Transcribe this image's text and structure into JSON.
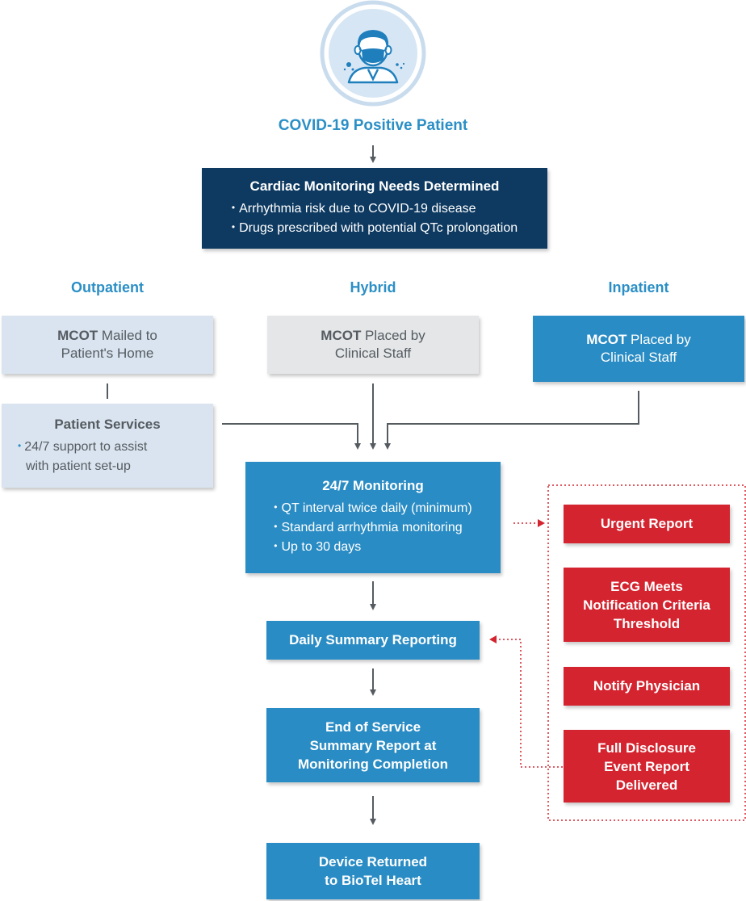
{
  "header": {
    "icon": "masked-patient-icon",
    "title": "COVID-19 Positive Patient"
  },
  "cardiac": {
    "title": "Cardiac Monitoring Needs Determined",
    "bullets": [
      "Arrhythmia risk due to COVID-19 disease",
      "Drugs prescribed with potential QTc prolongation"
    ]
  },
  "columns": {
    "outpatient": "Outpatient",
    "hybrid": "Hybrid",
    "inpatient": "Inpatient"
  },
  "outpatient_box": {
    "bold": "MCOT",
    "rest1": " Mailed to",
    "line2": "Patient's Home"
  },
  "hybrid_box": {
    "bold": "MCOT",
    "rest1": " Placed by",
    "line2": "Clinical Staff"
  },
  "inpatient_box": {
    "bold": "MCOT",
    "rest1": " Placed by",
    "line2": "Clinical Staff"
  },
  "patient_services": {
    "title": "Patient Services",
    "bullet_line1": "24/7 support to assist",
    "bullet_line2": "with patient set-up"
  },
  "monitoring": {
    "title": "24/7 Monitoring",
    "bullets": [
      "QT interval twice daily (minimum)",
      "Standard arrhythmia monitoring",
      "Up to 30 days"
    ]
  },
  "flow": {
    "daily_summary": "Daily Summary Reporting",
    "end_of_service": [
      "End of Service",
      "Summary Report at",
      "Monitoring Completion"
    ],
    "device_returned": [
      "Device Returned",
      "to BioTel Heart"
    ]
  },
  "alerts": {
    "urgent": "Urgent Report",
    "ecg": [
      "ECG Meets",
      "Notification Criteria",
      "Threshold"
    ],
    "notify": "Notify Physician",
    "full_disclosure": [
      "Full Disclosure",
      "Event Report",
      "Delivered"
    ]
  },
  "colors": {
    "title_blue": "#2b8fc6",
    "navy": "#0e3a61",
    "box_blue": "#2a8cc4",
    "alert_red": "#d4242f",
    "light_blue": "#d9e4f0",
    "light_gray": "#e4e6e8",
    "connector_gray": "#555b60"
  }
}
